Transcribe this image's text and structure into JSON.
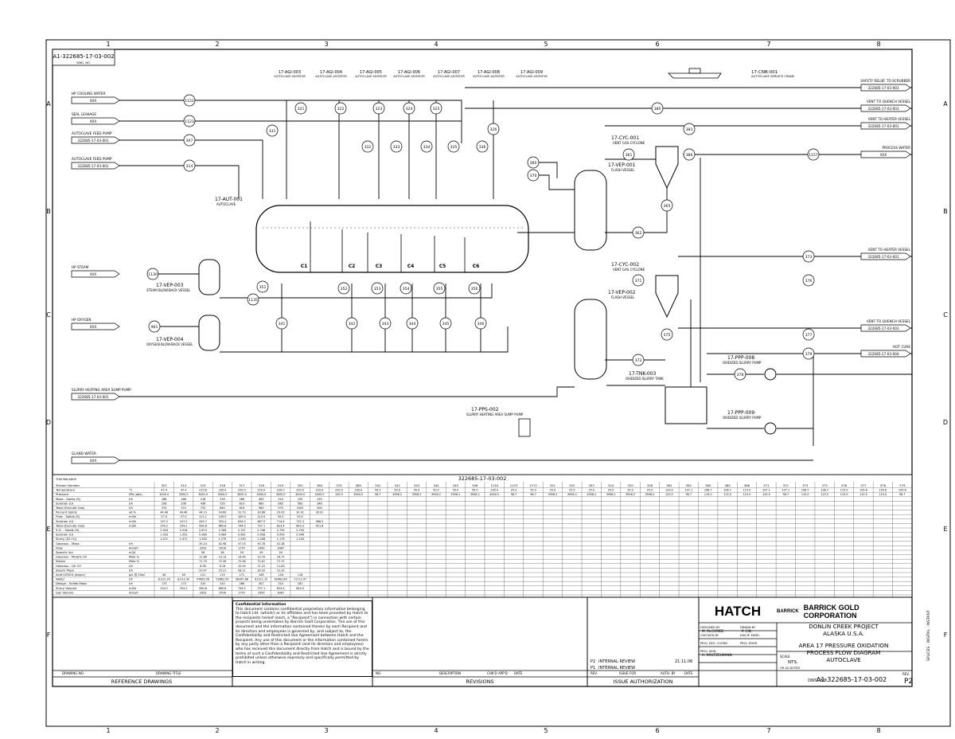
{
  "drawing": {
    "number_top": "A1-322685-17-03-002",
    "dwg_no_label": "DWG. NO.",
    "table_ref": "322685-17-03-002"
  },
  "grid": {
    "columns": [
      "1",
      "2",
      "3",
      "4",
      "5",
      "6",
      "7",
      "8"
    ],
    "rows": [
      "A",
      "B",
      "C",
      "D",
      "E",
      "F"
    ]
  },
  "equipment": {
    "agitators": [
      {
        "tag": "17-AGI-003",
        "desc": "AUTOCLAVE AGITATOR"
      },
      {
        "tag": "17-AGI-004",
        "desc": "AUTOCLAVE AGITATOR"
      },
      {
        "tag": "17-AGI-005",
        "desc": "AUTOCLAVE AGITATOR"
      },
      {
        "tag": "17-AGI-006",
        "desc": "AUTOCLAVE AGITATOR"
      },
      {
        "tag": "17-AGI-007",
        "desc": "AUTOCLAVE AGITATOR"
      },
      {
        "tag": "17-AGI-008",
        "desc": "AUTOCLAVE AGITATOR"
      },
      {
        "tag": "17-AGI-009",
        "desc": "AUTOCLAVE AGITATOR"
      }
    ],
    "crane": {
      "tag": "17-CNB-001",
      "desc": "AUTOCLAVE SERVICE CRANE"
    },
    "autoclave": {
      "tag": "17-AUT-001",
      "desc": "AUTOCLAVE"
    },
    "compartments": [
      "C1",
      "C2",
      "C3",
      "C4",
      "C5",
      "C6"
    ],
    "steam_vessel": {
      "tag": "17-VEP-003",
      "desc": "STEAM BLOW-BACK VESSEL"
    },
    "oxygen_vessel": {
      "tag": "17-VEP-004",
      "desc": "OXYGEN BLOW-BACK VESSEL"
    },
    "cyclone1": {
      "tag": "17-CYC-001",
      "desc": "VENT GAS CYCLONE"
    },
    "flash1": {
      "tag": "17-VEP-001",
      "desc": "FLASH VESSEL"
    },
    "cyclone2": {
      "tag": "17-CYC-002",
      "desc": "VENT GAS CYCLONE"
    },
    "flash2": {
      "tag": "17-VEP-002",
      "desc": "FLASH VESSEL"
    },
    "tank": {
      "tag": "17-TNK-003",
      "desc": "OXIDIZED SLURRY TANK"
    },
    "pump1": {
      "tag": "17-PPP-008",
      "desc": "OXIDIZED SLURRY PUMP"
    },
    "pump2": {
      "tag": "17-PPP-009",
      "desc": "OXIDIZED SLURRY PUMP"
    },
    "sump": {
      "tag": "17-PPS-002",
      "desc": "SLURRY HEATING AREA SUMP PUMP"
    }
  },
  "inlets": [
    {
      "label": "HP COOLING WATER",
      "ref": "XXX"
    },
    {
      "label": "SEAL LEAKAGE",
      "ref": "XXX"
    },
    {
      "label": "AUTOCLAVE FEED PUMP",
      "ref": "322685-17-03-001"
    },
    {
      "label": "AUTOCLAVE FEED PUMP",
      "ref": "322685-17-03-001"
    },
    {
      "label": "HP STEAM",
      "ref": "XXX"
    },
    {
      "label": "HP OXYGEN",
      "ref": "XXX"
    },
    {
      "label": "SLURRY HEATING AREA SUMP PUMP",
      "ref": "322685-17-03-001"
    },
    {
      "label": "GLAND WATER",
      "ref": "XXX"
    }
  ],
  "outlets": [
    {
      "label": "SAFETY RELIEF TO SCRUBBER",
      "ref": "322685-17-03-003"
    },
    {
      "label": "VENT TO QUENCH VESSEL",
      "ref": "322685-17-03-003"
    },
    {
      "label": "VENT TO HEATER VESSEL",
      "ref": "322685-17-03-001"
    },
    {
      "label": "PROCESS WATER",
      "ref": "XXX"
    },
    {
      "label": "VENT TO HEATER VESSEL",
      "ref": "322685-17-03-001"
    },
    {
      "label": "VENT TO QUENCH VESSEL",
      "ref": "322685-17-03-003"
    },
    {
      "label": "HOT CURE",
      "ref": "322685-17-03-004"
    }
  ],
  "streams": {
    "s1122": "1122",
    "s1123": "1123",
    "s307": "307",
    "s314": "314",
    "s321": "321",
    "s322": "322",
    "s323": "323",
    "s324": "324",
    "s325": "325",
    "s326": "326",
    "s331": "331",
    "s332": "332",
    "s333": "333",
    "s334": "334",
    "s335": "335",
    "s336": "336",
    "s380": "380",
    "s383": "383",
    "s386": "386",
    "s1157": "1157",
    "s361": "361",
    "s360": "360",
    "s370": "370",
    "s365": "365",
    "s362": "362",
    "s373": "373",
    "s371": "371",
    "s376": "376",
    "s1130": "1130",
    "s351": "351",
    "s352": "352",
    "s353": "353",
    "s354": "354",
    "s355": "355",
    "s356": "356",
    "s1135": "1135",
    "s341": "341",
    "s342": "342",
    "s343": "343",
    "s344": "344",
    "s345": "345",
    "s346": "346",
    "s961": "961",
    "s375": "375",
    "s377": "377",
    "s372": "372",
    "s379": "379",
    "s378": "378"
  },
  "mass_balance": {
    "header_note": "THIS BALANCE",
    "columns": [
      "307",
      "314",
      "315",
      "316",
      "317",
      "318",
      "319",
      "320",
      "360",
      "370",
      "380",
      "341",
      "342",
      "343",
      "344",
      "345",
      "346",
      "1130",
      "1123",
      "1172",
      "321",
      "322",
      "323",
      "324",
      "325",
      "326",
      "361",
      "362",
      "363",
      "365",
      "366",
      "371",
      "372",
      "373",
      "375",
      "376",
      "377",
      "378",
      "379"
    ],
    "rows": [
      {
        "label": "Stream Number",
        "unit": "",
        "values": []
      },
      {
        "label": "Temperature",
        "unit": "°C",
        "values": [
          "47.4",
          "47.4",
          "219.8",
          "230.0",
          "220.0",
          "220.0",
          "220.0",
          "220.0",
          "220.0",
          "220.0",
          "230.0",
          "50.0",
          "50.0",
          "50.0",
          "50.0",
          "50.0",
          "50.0",
          "230.0",
          "25.0",
          "25.0",
          "25.0",
          "25.0",
          "25.0",
          "25.0",
          "25.0",
          "25.0",
          "120.0",
          "107.1",
          "106.7",
          "106.7",
          "115.0",
          "107.1",
          "107.1",
          "106.7",
          "106.7",
          "115.0",
          "105.8",
          "105.8",
          "105.8"
        ]
      },
      {
        "label": "Pressure",
        "unit": "kPa (abs)",
        "values": [
          "3000.0",
          "3000.0",
          "3000.0",
          "3000.0",
          "3000.0",
          "3000.0",
          "3000.0",
          "3000.0",
          "3000.0",
          "150.0",
          "3000.0",
          "98.7",
          "3956.2",
          "3956.2",
          "3956.2",
          "3956.2",
          "3956.2",
          "4000.0",
          "98.7",
          "98.7",
          "3956.2",
          "3956.2",
          "3956.2",
          "3956.2",
          "3956.2",
          "3956.2",
          "120.0",
          "98.7",
          "115.0",
          "115.0",
          "115.0",
          "120.0",
          "98.7",
          "115.0",
          "115.0",
          "115.0",
          "115.0",
          "115.0",
          "98.7"
        ]
      },
      {
        "label": "Mass - Solids (S)",
        "unit": "t/h",
        "values": [
          "188",
          "188",
          "218",
          "318",
          "266",
          "283",
          "310",
          "155",
          "155"
        ]
      },
      {
        "label": "Solution (U)",
        "unit": "t/h",
        "values": [
          "208",
          "208",
          "436",
          "535",
          "610",
          "660",
          "665",
          "583",
          "346"
        ]
      },
      {
        "label": "Total (Exclude Gas)",
        "unit": "t/h",
        "values": [
          "374",
          "374",
          "752",
          "840",
          "618",
          "963",
          "975",
          "1002",
          "500"
        ]
      },
      {
        "label": "Percent Solids",
        "unit": "wt %",
        "values": [
          "44.46",
          "44.46",
          "44.13",
          "34.60",
          "31.73",
          "30.86",
          "29.02",
          "30.91",
          "30.91"
        ]
      },
      {
        "label": "Flow - Solids (S)",
        "unit": "m3/h",
        "values": [
          "57.0",
          "57.0",
          "111.1",
          "109.5",
          "109.0",
          "110.9",
          "55.5",
          "55.5"
        ]
      },
      {
        "label": "Solution (U)",
        "unit": "m3/h",
        "values": [
          "197.2",
          "197.2",
          "449.7",
          "555.4",
          "634.9",
          "687.9",
          "714.4",
          "732.3",
          "366.2"
        ]
      },
      {
        "label": "Total (Exclude Gas)",
        "unit": "m3/h",
        "values": [
          "254.2",
          "254.2",
          "560.8",
          "665.8",
          "744.5",
          "797.1",
          "823.4",
          "843.3",
          "421.6"
        ]
      },
      {
        "label": "S.G. - Solids (S)",
        "unit": "",
        "values": [
          "2.916",
          "2.916",
          "2.874",
          "2.789",
          "2.747",
          "2.746",
          "2.795",
          "2.795"
        ]
      },
      {
        "label": "Solution (U)",
        "unit": "",
        "values": [
          "1.053",
          "1.053",
          "0.969",
          "0.964",
          "0.961",
          "0.958",
          "0.959",
          "0.946"
        ]
      },
      {
        "label": "Slurry (S1+U)",
        "unit": "",
        "values": [
          "1.471",
          "1.471",
          "1.340",
          "1.279",
          "1.230",
          "1.208",
          "1.179",
          "1.190"
        ]
      },
      {
        "label": "Gaseous - Mass",
        "unit": "t/h",
        "values": [
          "",
          "",
          "35.24",
          "42.98",
          "47.53",
          "50.78",
          "52.38"
        ]
      },
      {
        "label": "Flow",
        "unit": "Am3/h",
        "values": [
          "",
          "",
          "2053",
          "2506",
          "2797",
          "2990",
          "3087"
        ]
      },
      {
        "label": "Specific Vol",
        "unit": "m3/t",
        "values": [
          "",
          "",
          "58",
          "58",
          "59",
          "59",
          "59"
        ]
      },
      {
        "label": "Gaseous - Mole% O2",
        "unit": "Mole %",
        "values": [
          "",
          "",
          "11.86",
          "13.13",
          "14.49",
          "15.70",
          "16.77"
        ]
      },
      {
        "label": "Steam",
        "unit": "Mole %",
        "values": [
          "",
          "",
          "71.79",
          "72.39",
          "72.58",
          "72.67",
          "72.72"
        ]
      },
      {
        "label": "Gaseous - t/h O2",
        "unit": "t/h",
        "values": [
          "",
          "",
          "6.06",
          "8.18",
          "10.00",
          "11.22",
          "11.83"
        ]
      },
      {
        "label": "Steam Mass",
        "unit": "t/h",
        "values": [
          "",
          "",
          "20.47",
          "25.21",
          "28.21",
          "30.20",
          "31.20"
        ]
      },
      {
        "label": "Acid H2SO4 (equiv)",
        "unit": "g/L @ 25oC",
        "values": [
          "46",
          "46",
          "121",
          "119",
          "171",
          "108",
          "116",
          "116"
        ]
      },
      {
        "label": "Water",
        "unit": "t/h",
        "values": [
          "8,912.30",
          "8,912.30",
          "47863.58",
          "53862.50",
          "58267.68",
          "61211.15",
          "62662.89",
          "71712.47"
        ]
      },
      {
        "label": "Design - Solids Mass",
        "unit": "t/h",
        "values": [
          "173",
          "173",
          "310",
          "310",
          "266",
          "307",
          "310",
          "181"
        ]
      },
      {
        "label": "Slurry Volume",
        "unit": "m3/h",
        "values": [
          "254.2",
          "254.2",
          "560.8",
          "665.8",
          "744.5",
          "797.1",
          "823.4",
          "843.3"
        ]
      },
      {
        "label": "Gas Volume",
        "unit": "Am3/h",
        "values": [
          "",
          "",
          "2053",
          "2506",
          "2797",
          "2990",
          "3087"
        ]
      }
    ]
  },
  "confidential": {
    "heading": "Confidential Information",
    "body": "This document contains confidential proprietary information belonging to Hatch Ltd. (which/) or its affiliates and has been provided by Hatch to the recipients hereof (each, a \"Recipient\") in connection with certain projects being undertaken by Barrick Gold Corporation. The use of this document and the information contained therein by each Recipient and its directors and employees is governed by, and subject to, the Confidentiality and Restricted Use Agreement between Hatch and the Recipient. Any use of this document or the information contained herein by any party other than a Recipient (and its directors and employees) who has received this document directly from Hatch and is bound by the terms of such a Confidentiality and Restricted Use Agreement is strictly prohibited unless otherwise expressly and specifically permitted by Hatch in writing."
  },
  "reference_drawings": {
    "col_no": "DRAWING NO.",
    "col_title": "DRAWING TITLE",
    "footer": "REFERENCE DRAWINGS"
  },
  "revisions": {
    "col_no": "NO.",
    "col_desc": "DESCRIPTION",
    "col_chk": "CHK'D",
    "col_appd": "APP'D",
    "col_date": "DATE",
    "footer": "REVISIONS"
  },
  "issue": {
    "rows": [
      {
        "rev": "P2",
        "desc": "INTERNAL REVIEW",
        "date": "21.11.06"
      },
      {
        "rev": "P1",
        "desc": "INTERNAL REVIEW",
        "date": ""
      }
    ],
    "col_rev": "REV.",
    "col_issue": "ISSUE FOR",
    "col_auth": "AUTH. BY",
    "col_date": "DATE",
    "footer": "ISSUE AUTHORIZATION"
  },
  "signatures": [
    {
      "label": "DESIGNED BY",
      "name": "M. McCOMBE",
      "label2": "DRAWN BY",
      "name2": "P. CIN"
    },
    {
      "label": "CHECKED BY",
      "name": "",
      "label2": "DISCIP. ENGR.",
      "name2": ""
    },
    {
      "label": "PROJ. DES. COORD.",
      "name": "",
      "label2": "PROJ. ENGR.",
      "name2": ""
    },
    {
      "label": "PROJ. MGR.",
      "name": "H. KRUTZELMANN",
      "label2": "",
      "name2": ""
    }
  ],
  "title": {
    "hatch": "HATCH",
    "barrick_logo": "BARRICK",
    "client": "BARRICK GOLD CORPORATION",
    "project": "DONLIN CREEK PROJECT",
    "location": "ALASKA U.S.A.",
    "line1": "AREA 17 PRESSURE OXIDATION",
    "line2": "PROCESS FLOW DIAGRAM",
    "line3": "AUTOCLAVE",
    "scale_label": "SCALE",
    "scale": "NTS.",
    "scale_note": "OR AS NOTED",
    "dwg_no": "A1-322685-17-03-002",
    "rev_label": "REV.",
    "rev": "P2",
    "side_note": "SPLICES · DIGITAL · INSTANT"
  }
}
